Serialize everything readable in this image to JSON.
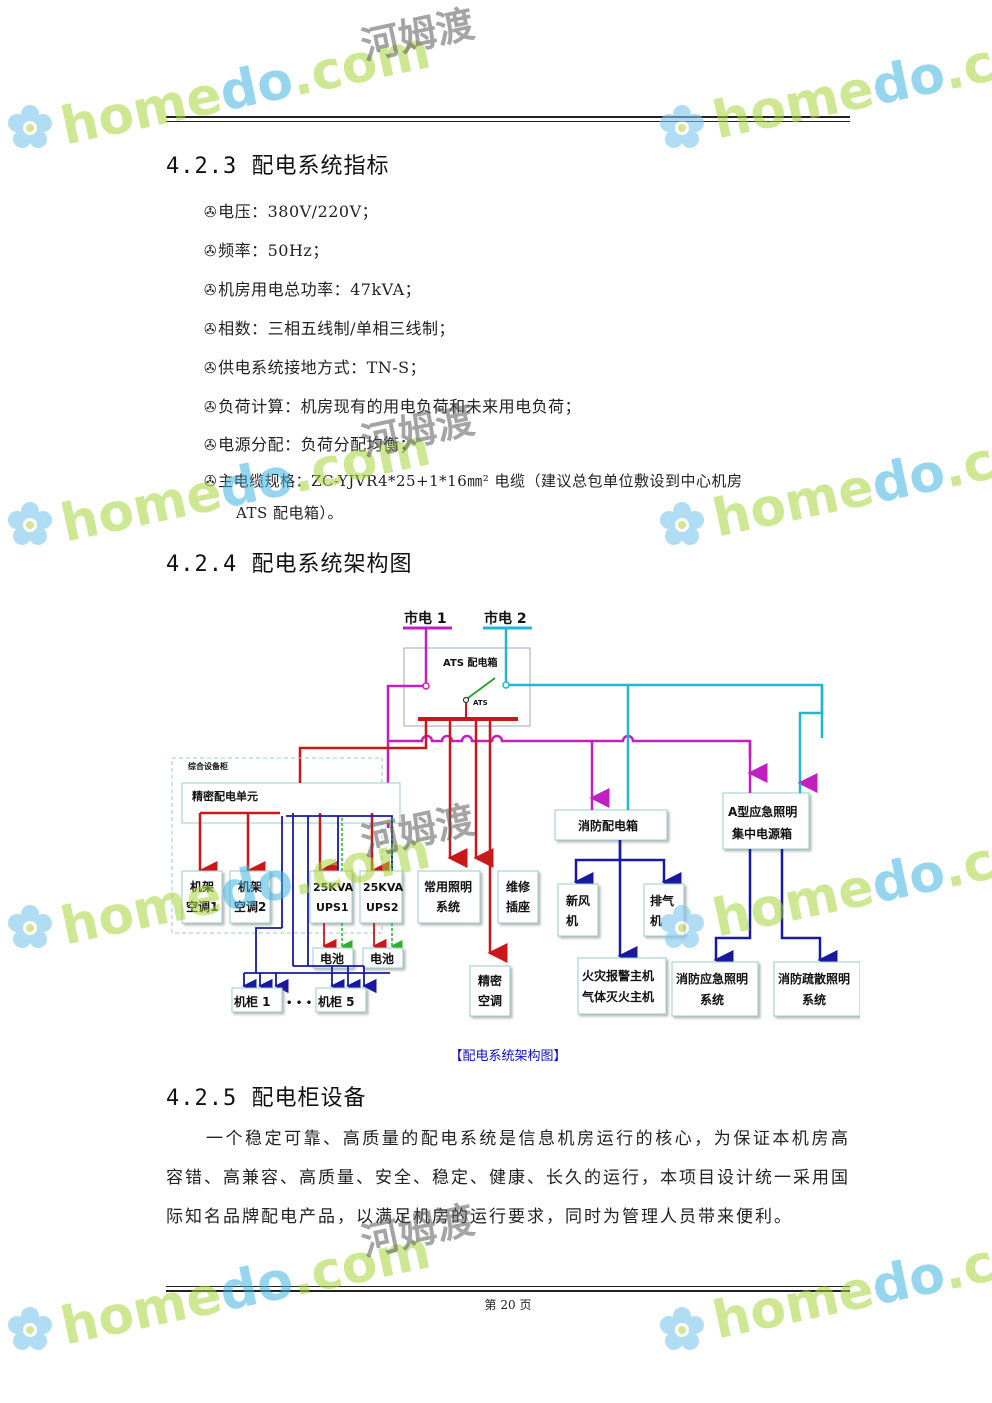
{
  "header": {},
  "sections": {
    "s423": {
      "title": "4.2.3 配电系统指标"
    },
    "s424": {
      "title": "4.2.4 配电系统架构图"
    },
    "s425": {
      "title": "4.2.5 配电柜设备"
    }
  },
  "bullets": [
    "电压：380V/220V；",
    "频率：50Hz；",
    "机房用电总功率：47kVA；",
    "相数：三相五线制/单相三线制；",
    "供电系统接地方式：TN-S；",
    "负荷计算：机房现有的用电负荷和未来用电负荷；",
    "电源分配：负荷分配均衡；",
    "主电缆规格：ZC-YJVR4*25+1*16㎜² 电缆（建议总包单位敷设到中心机房"
  ],
  "bullet_continuation": "ATS 配电箱）。",
  "bullet_symbol": "✇",
  "diagram": {
    "labels": {
      "mains1": "市电 1",
      "mains2": "市电 2",
      "ats_box": "ATS 配电箱",
      "ats": "ATS",
      "cabinet": "综合设备柜",
      "precision_unit": "精密配电单元",
      "ac1a": "机架",
      "ac1b": "空调1",
      "ac2a": "机架",
      "ac2b": "空调2",
      "ups1a": "25KVA",
      "ups1b": "UPS1",
      "ups2a": "25KVA",
      "ups2b": "UPS2",
      "battery1": "电池",
      "battery2": "电池",
      "rack1": "机柜 1",
      "dots": "• • •",
      "rack5": "机柜 5",
      "lighting_a": "常用照明",
      "lighting_b": "系统",
      "maint_a": "维修",
      "maint_b": "插座",
      "pac_a": "精密",
      "pac_b": "空调",
      "fire_box": "消防配电箱",
      "fresh_a": "新风",
      "fresh_b": "机",
      "exhaust_a": "排气",
      "exhaust_b": "机",
      "alarm_a": "火灾报警主机",
      "alarm_b": "气体灭火主机",
      "emerg_box_a": "A型应急照明",
      "emerg_box_b": "集中电源箱",
      "emerg_sys_a": "消防应急照明",
      "emerg_sys_b": "系统",
      "evac_a": "消防疏散照明",
      "evac_b": "系统"
    },
    "colors": {
      "mains1": "#c020c0",
      "mains2": "#20b8d0",
      "red": "#c81818",
      "blue": "#1818a0",
      "green": "#28b028"
    }
  },
  "caption": "【配电系统架构图】",
  "paragraph": "一个稳定可靠、高质量的配电系统是信息机房运行的核心，为保证本机房高容错、高兼容、高质量、安全、稳定、健康、长久的运行，本项目设计统一采用国际知名品牌配电产品，以满足机房的运行要求，同时为管理人员带来便利。",
  "footer": {
    "page": "第 20 页"
  },
  "watermark": {
    "brand_a": "home",
    "brand_b": "do",
    "brand_c": ".com",
    "cn": "河姆渡"
  }
}
